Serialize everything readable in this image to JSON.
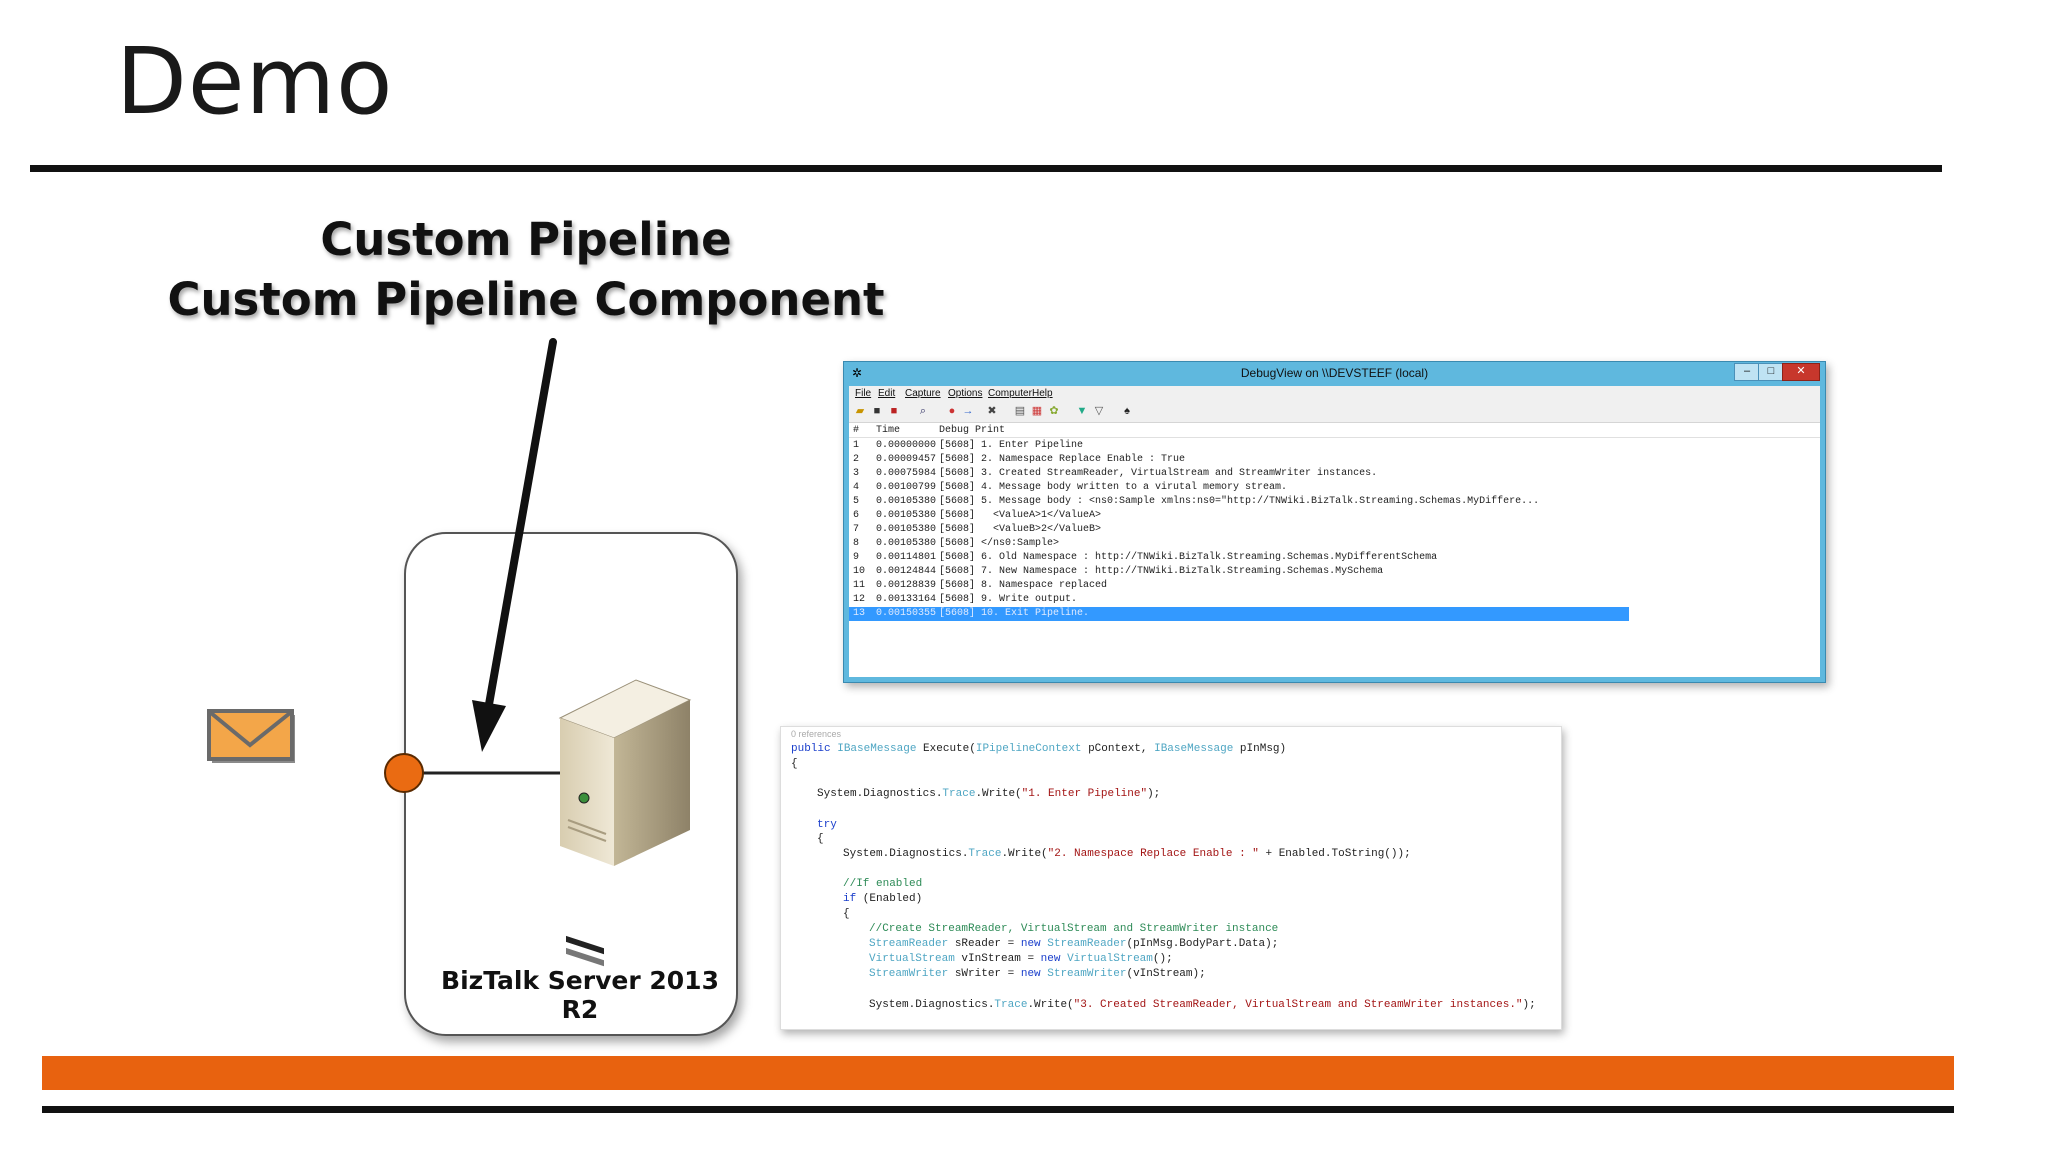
{
  "slide": {
    "title": "Demo",
    "callout_line1": "Custom Pipeline",
    "callout_line2": "Custom Pipeline Component",
    "biztalk_label": "BizTalk Server 2013 R2"
  },
  "colors": {
    "accent_orange": "#e8620f",
    "window_frame": "#5fb8de",
    "selection": "#3399ff"
  },
  "icons": [
    "envelope-icon",
    "server-icon",
    "receive-port-icon",
    "arrow-icon"
  ],
  "debugview": {
    "title": "DebugView on \\\\DEVSTEEF (local)",
    "menu": [
      "File",
      "Edit",
      "Capture",
      "Options",
      "Computer",
      "Help"
    ],
    "columns": [
      "#",
      "Time",
      "Debug Print"
    ],
    "rows": [
      {
        "num": "1",
        "time": "0.00000000",
        "msg": "[5608] 1. Enter Pipeline"
      },
      {
        "num": "2",
        "time": "0.00009457",
        "msg": "[5608] 2. Namespace Replace Enable : True"
      },
      {
        "num": "3",
        "time": "0.00075984",
        "msg": "[5608] 3. Created StreamReader, VirtualStream and StreamWriter instances."
      },
      {
        "num": "4",
        "time": "0.00100799",
        "msg": "[5608] 4. Message body written to a virutal memory stream."
      },
      {
        "num": "5",
        "time": "0.00105380",
        "msg": "[5608] 5. Message body : <ns0:Sample xmlns:ns0=\"http://TNWiki.BizTalk.Streaming.Schemas.MyDiffere..."
      },
      {
        "num": "6",
        "time": "0.00105380",
        "msg": "[5608]   <ValueA>1</ValueA>"
      },
      {
        "num": "7",
        "time": "0.00105380",
        "msg": "[5608]   <ValueB>2</ValueB>"
      },
      {
        "num": "8",
        "time": "0.00105380",
        "msg": "[5608] </ns0:Sample>"
      },
      {
        "num": "9",
        "time": "0.00114801",
        "msg": "[5608] 6. Old Namespace : http://TNWiki.BizTalk.Streaming.Schemas.MyDifferentSchema"
      },
      {
        "num": "10",
        "time": "0.00124844",
        "msg": "[5608] 7. New Namespace : http://TNWiki.BizTalk.Streaming.Schemas.MySchema"
      },
      {
        "num": "11",
        "time": "0.00128839",
        "msg": "[5608] 8. Namespace replaced"
      },
      {
        "num": "12",
        "time": "0.00133164",
        "msg": "[5608] 9. Write output."
      },
      {
        "num": "13",
        "time": "0.00150355",
        "msg": "[5608] 10. Exit Pipeline."
      }
    ]
  },
  "code": {
    "references": "0 references",
    "l1_public": "public ",
    "l1_t1": "IBaseMessage",
    "l1_exec": " Execute(",
    "l1_t2": "IPipelineContext",
    "l1_p1": " pContext, ",
    "l1_t3": "IBaseMessage",
    "l1_p2": " pInMsg)",
    "brace_open": "{",
    "l3_a": "System.Diagnostics.",
    "l3_t": "Trace",
    "l3_b": ".Write(",
    "l3_s": "\"1. Enter Pipeline\"",
    "l3_c": ");",
    "try": "try",
    "l6_a": "System.Diagnostics.",
    "l6_t": "Trace",
    "l6_b": ".Write(",
    "l6_s": "\"2. Namespace Replace Enable : \"",
    "l6_c": " + Enabled.ToString());",
    "cm_enabled": "//If enabled",
    "if_kw": "if",
    "if_rest": " (Enabled)",
    "cm_create": "//Create StreamReader, VirtualStream and StreamWriter instance",
    "sr_t": "StreamReader",
    "sr_a": " sReader = ",
    "sr_new": "new",
    "sr_t2": " StreamReader",
    "sr_b": "(pInMsg.BodyPart.Data);",
    "vs_t": "VirtualStream",
    "vs_a": " vInStream = ",
    "vs_new": "new",
    "vs_t2": " VirtualStream",
    "vs_b": "();",
    "sw_t": "StreamWriter",
    "sw_a": " sWriter = ",
    "sw_new": "new",
    "sw_t2": " StreamWriter",
    "sw_b": "(vInStream);",
    "l3b_a": "System.Diagnostics.",
    "l3b_t": "Trace",
    "l3b_b": ".Write(",
    "l3b_s": "\"3. Created StreamReader, VirtualStream and StreamWriter instances.\"",
    "l3b_c": ");"
  }
}
